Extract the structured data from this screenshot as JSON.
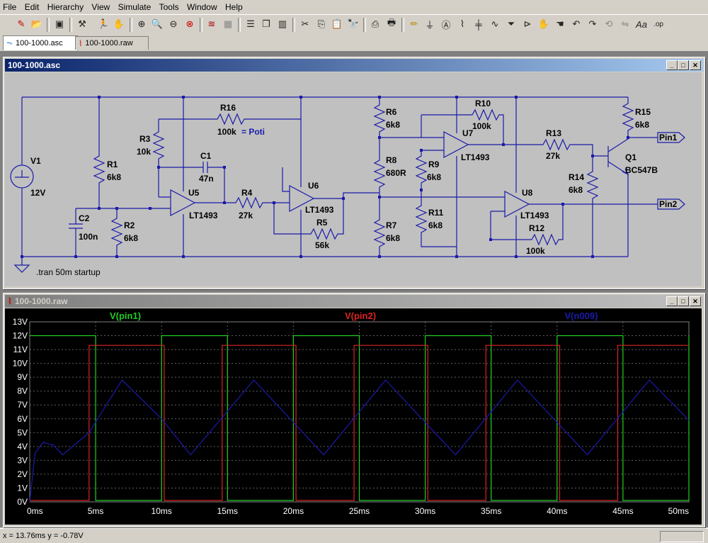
{
  "menu": [
    "File",
    "Edit",
    "Hierarchy",
    "View",
    "Simulate",
    "Tools",
    "Window",
    "Help"
  ],
  "toolbar_icons": [
    "new-schematic-icon",
    "open-icon",
    "save-icon",
    "control-panel-icon",
    "run-icon",
    "halt-icon",
    "zoom-in-icon",
    "zoom-pan-icon",
    "zoom-out-icon",
    "zoom-cancel-icon",
    "autorange-icon",
    "fft-icon",
    "tile-horizontal-icon",
    "cascade-icon",
    "tile-vertical-icon",
    "cut-icon",
    "copy-icon",
    "paste-icon",
    "find-icon",
    "print-setup-icon",
    "print-icon",
    "wire-icon",
    "ground-icon",
    "label-net-icon",
    "resistor-icon",
    "capacitor-icon",
    "inductor-icon",
    "diode-icon",
    "component-icon",
    "move-icon",
    "drag-icon",
    "undo-icon",
    "redo-icon",
    "rotate-icon",
    "mirror-icon",
    "text-icon",
    "spice-directive-icon"
  ],
  "tabs": [
    {
      "label": "100-1000.asc",
      "icon": "schematic-tab-icon"
    },
    {
      "label": "100-1000.raw",
      "icon": "waveform-tab-icon"
    }
  ],
  "schematic": {
    "title": "100-1000.asc",
    "labels": {
      "v1": "V1",
      "v1_val": "12V",
      "c2": "C2",
      "c2_val": "100n",
      "r1": "R1",
      "r1_val": "6k8",
      "r2": "R2",
      "r2_val": "6k8",
      "r3": "R3",
      "r3_val": "10k",
      "r16": "R16",
      "r16_val": "100k",
      "poti": "= Poti",
      "c1": "C1",
      "c1_val": "47n",
      "u5": "U5",
      "u5_val": "LT1493",
      "r4": "R4",
      "r4_val": "27k",
      "u6": "U6",
      "u6_val": "LT1493",
      "r5": "R5",
      "r5_val": "56k",
      "r6": "R6",
      "r6_val": "6k8",
      "r8": "R8",
      "r8_val": "680R",
      "r7": "R7",
      "r7_val": "6k8",
      "r9": "R9",
      "r9_val": "6k8",
      "r10": "R10",
      "r10_val": "100k",
      "u7": "U7",
      "u7_val": "LT1493",
      "r11": "R11",
      "r11_val": "6k8",
      "u8": "U8",
      "u8_val": "LT1493",
      "r12": "R12",
      "r12_val": "100k",
      "r13": "R13",
      "r13_val": "27k",
      "r14": "R14",
      "r14_val": "6k8",
      "r15": "R15",
      "r15_val": "6k8",
      "q1": "Q1",
      "q1_val": "BC547B",
      "pin1": "Pin1",
      "pin2": "Pin2",
      "directive": ".tran 50m startup"
    }
  },
  "waveform": {
    "title": "100-1000.raw",
    "trace_labels": [
      {
        "text": "V(pin1)",
        "color": "#22cc22"
      },
      {
        "text": "V(pin2)",
        "color": "#dd2222"
      },
      {
        "text": "V(n009)",
        "color": "#1a1aaa"
      }
    ]
  },
  "chart_data": {
    "type": "line",
    "x_unit": "ms",
    "y_unit": "V",
    "xlim": [
      0,
      50
    ],
    "ylim": [
      0,
      13
    ],
    "x_ticks": [
      "0ms",
      "5ms",
      "10ms",
      "15ms",
      "20ms",
      "25ms",
      "30ms",
      "35ms",
      "40ms",
      "45ms",
      "50ms"
    ],
    "y_ticks": [
      "0V",
      "1V",
      "2V",
      "3V",
      "4V",
      "5V",
      "6V",
      "7V",
      "8V",
      "9V",
      "10V",
      "11V",
      "12V",
      "13V"
    ],
    "grid": true,
    "series": [
      {
        "name": "V(pin1)",
        "color": "#22cc22",
        "x": [
          0,
          5,
          5,
          10,
          10,
          15,
          15,
          20,
          20,
          25,
          25,
          30,
          30,
          35,
          35,
          40,
          40,
          45,
          45,
          50,
          50
        ],
        "y": [
          12,
          12,
          0.1,
          0.1,
          12,
          12,
          0.1,
          0.1,
          12,
          12,
          0.1,
          0.1,
          12,
          12,
          0.1,
          0.1,
          12,
          12,
          0.1,
          0.1,
          12
        ]
      },
      {
        "name": "V(pin2)",
        "color": "#dd2222",
        "x": [
          0,
          4.5,
          4.5,
          10.2,
          10.2,
          14.6,
          14.6,
          20.2,
          20.2,
          24.6,
          24.6,
          30.2,
          30.2,
          34.6,
          34.6,
          40.2,
          40.2,
          44.6,
          44.6,
          50
        ],
        "y": [
          0.1,
          0.1,
          11.3,
          11.3,
          0.1,
          0.1,
          11.3,
          11.3,
          0.1,
          0.1,
          11.3,
          11.3,
          0.1,
          0.1,
          11.3,
          11.3,
          0.1,
          0.1,
          11.3,
          11.3
        ]
      },
      {
        "name": "V(n009)",
        "color": "#1a1aaa",
        "x": [
          0,
          0.4,
          1,
          1.8,
          2.5,
          4.5,
          7,
          10,
          12.2,
          17,
          22.3,
          27,
          32.3,
          37,
          42.3,
          47,
          50
        ],
        "y": [
          0,
          3.5,
          4.3,
          4.1,
          3.4,
          5,
          8.8,
          6,
          3.4,
          8.8,
          3.4,
          8.8,
          3.4,
          8.8,
          3.4,
          8.8,
          5.9
        ]
      }
    ]
  },
  "status": {
    "coords": "x = 13.76ms   y = -0.78V"
  }
}
